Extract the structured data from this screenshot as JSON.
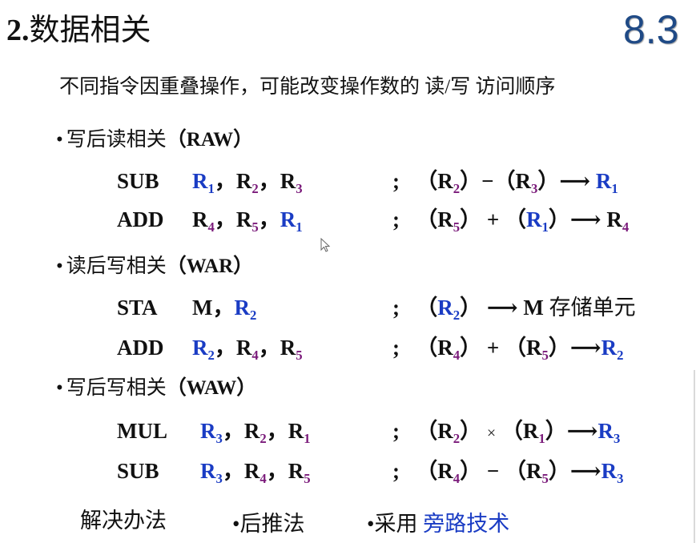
{
  "header": {
    "title_number": "2.",
    "title_text": "数据相关",
    "section_number": "8.3"
  },
  "intro": "不同指令因重叠操作，可能改变操作数的 读/写 访问顺序",
  "colors": {
    "written_register": "#1a3cc4",
    "read_register": "#7a1a7a",
    "section_number": "#1f4a86"
  },
  "sections": [
    {
      "bullet": "•",
      "label": "写后读相关",
      "abbr": "（RAW）",
      "instructions": [
        {
          "op": "SUB",
          "operands": [
            {
              "r": "R",
              "sub": "1",
              "color": "blue"
            },
            {
              "r": "R",
              "sub": "2",
              "color": "purple"
            },
            {
              "r": "R",
              "sub": "3",
              "color": "purple"
            }
          ],
          "comment": {
            "semicolon": ";",
            "a_open": "（",
            "a_reg": "R",
            "a_sub": "2",
            "a_close": "）",
            "operator": "−",
            "b_open": "（",
            "b_reg": "R",
            "b_sub": "3",
            "b_close": "）",
            "arrow": "⟶",
            "dest_reg": "R",
            "dest_sub": "1"
          }
        },
        {
          "op": "ADD",
          "operands": [
            {
              "r": "R",
              "sub": "4",
              "color": "purple"
            },
            {
              "r": "R",
              "sub": "5",
              "color": "purple"
            },
            {
              "r": "R",
              "sub": "1",
              "color": "blue"
            }
          ],
          "comment": {
            "semicolon": ";",
            "a_open": "（",
            "a_reg": "R",
            "a_sub": "5",
            "a_close": "）",
            "operator": "+",
            "b_open": "（",
            "b_reg": "R",
            "b_sub": "1",
            "b_close": "）",
            "arrow": "⟶",
            "dest_reg": "R",
            "dest_sub": "4"
          }
        }
      ]
    },
    {
      "bullet": "•",
      "label": "读后写相关",
      "abbr": "（WAR）",
      "instructions": [
        {
          "op": "STA",
          "operand_m": "M",
          "operands": [
            {
              "r": "R",
              "sub": "2",
              "color": "blue"
            }
          ],
          "comment": {
            "semicolon": ";",
            "a_open": "（",
            "a_reg": "R",
            "a_sub": "2",
            "a_close": "）",
            "arrow": "⟶",
            "dest_m": "M",
            "dest_text": "存储单元"
          }
        },
        {
          "op": "ADD",
          "operands": [
            {
              "r": "R",
              "sub": "2",
              "color": "blue"
            },
            {
              "r": "R",
              "sub": "4",
              "color": "purple"
            },
            {
              "r": "R",
              "sub": "5",
              "color": "purple"
            }
          ],
          "comment": {
            "semicolon": ";",
            "a_open": "（",
            "a_reg": "R",
            "a_sub": "4",
            "a_close": "）",
            "operator": "+",
            "b_open": "（",
            "b_reg": "R",
            "b_sub": "5",
            "b_close": "）",
            "arrow": "⟶",
            "dest_reg": "R",
            "dest_sub": "2"
          }
        }
      ]
    },
    {
      "bullet": "•",
      "label": "写后写相关",
      "abbr": "（WAW）",
      "instructions": [
        {
          "op": "MUL",
          "operands": [
            {
              "r": "R",
              "sub": "3",
              "color": "blue"
            },
            {
              "r": "R",
              "sub": "2",
              "color": "purple"
            },
            {
              "r": "R",
              "sub": "1",
              "color": "purple"
            }
          ],
          "comment": {
            "semicolon": ";",
            "a_open": "（",
            "a_reg": "R",
            "a_sub": "2",
            "a_close": "）",
            "operator": "×",
            "b_open": "（",
            "b_reg": "R",
            "b_sub": "1",
            "b_close": "）",
            "arrow": "⟶",
            "dest_reg": "R",
            "dest_sub": "3"
          }
        },
        {
          "op": "SUB",
          "operands": [
            {
              "r": "R",
              "sub": "3",
              "color": "blue"
            },
            {
              "r": "R",
              "sub": "4",
              "color": "purple"
            },
            {
              "r": "R",
              "sub": "5",
              "color": "purple"
            }
          ],
          "comment": {
            "semicolon": ";",
            "a_open": "（",
            "a_reg": "R",
            "a_sub": "4",
            "a_close": "）",
            "operator": "−",
            "b_open": "（",
            "b_reg": "R",
            "b_sub": "5",
            "b_close": "）",
            "arrow": "⟶",
            "dest_reg": "R",
            "dest_sub": "3"
          }
        }
      ]
    }
  ],
  "separator": "，",
  "solution": {
    "label": "解决办法",
    "bullet": "•",
    "method_1": "后推法",
    "method_2_prefix": "采用 ",
    "method_2_highlight": "旁路技术"
  }
}
